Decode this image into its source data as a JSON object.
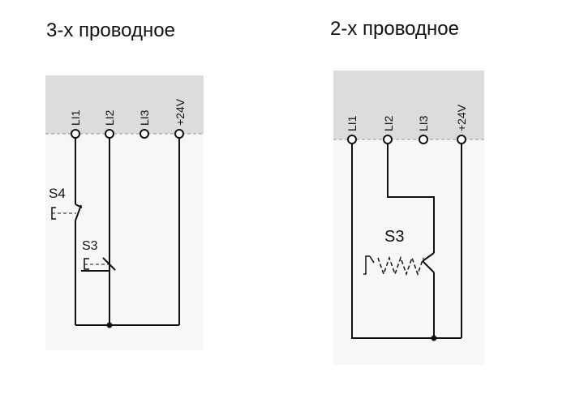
{
  "diagrams": [
    {
      "title": "3-х проводное",
      "terminals": [
        "LI1",
        "LI2",
        "LI3",
        "+24V"
      ],
      "switches": [
        "S4",
        "S3"
      ]
    },
    {
      "title": "2-х проводное",
      "terminals": [
        "LI1",
        "LI2",
        "LI3",
        "+24V"
      ],
      "switches": [
        "S3"
      ]
    }
  ],
  "colors": {
    "panel": "#dcdcdc",
    "wire": "#111111",
    "dash": "#999999"
  }
}
